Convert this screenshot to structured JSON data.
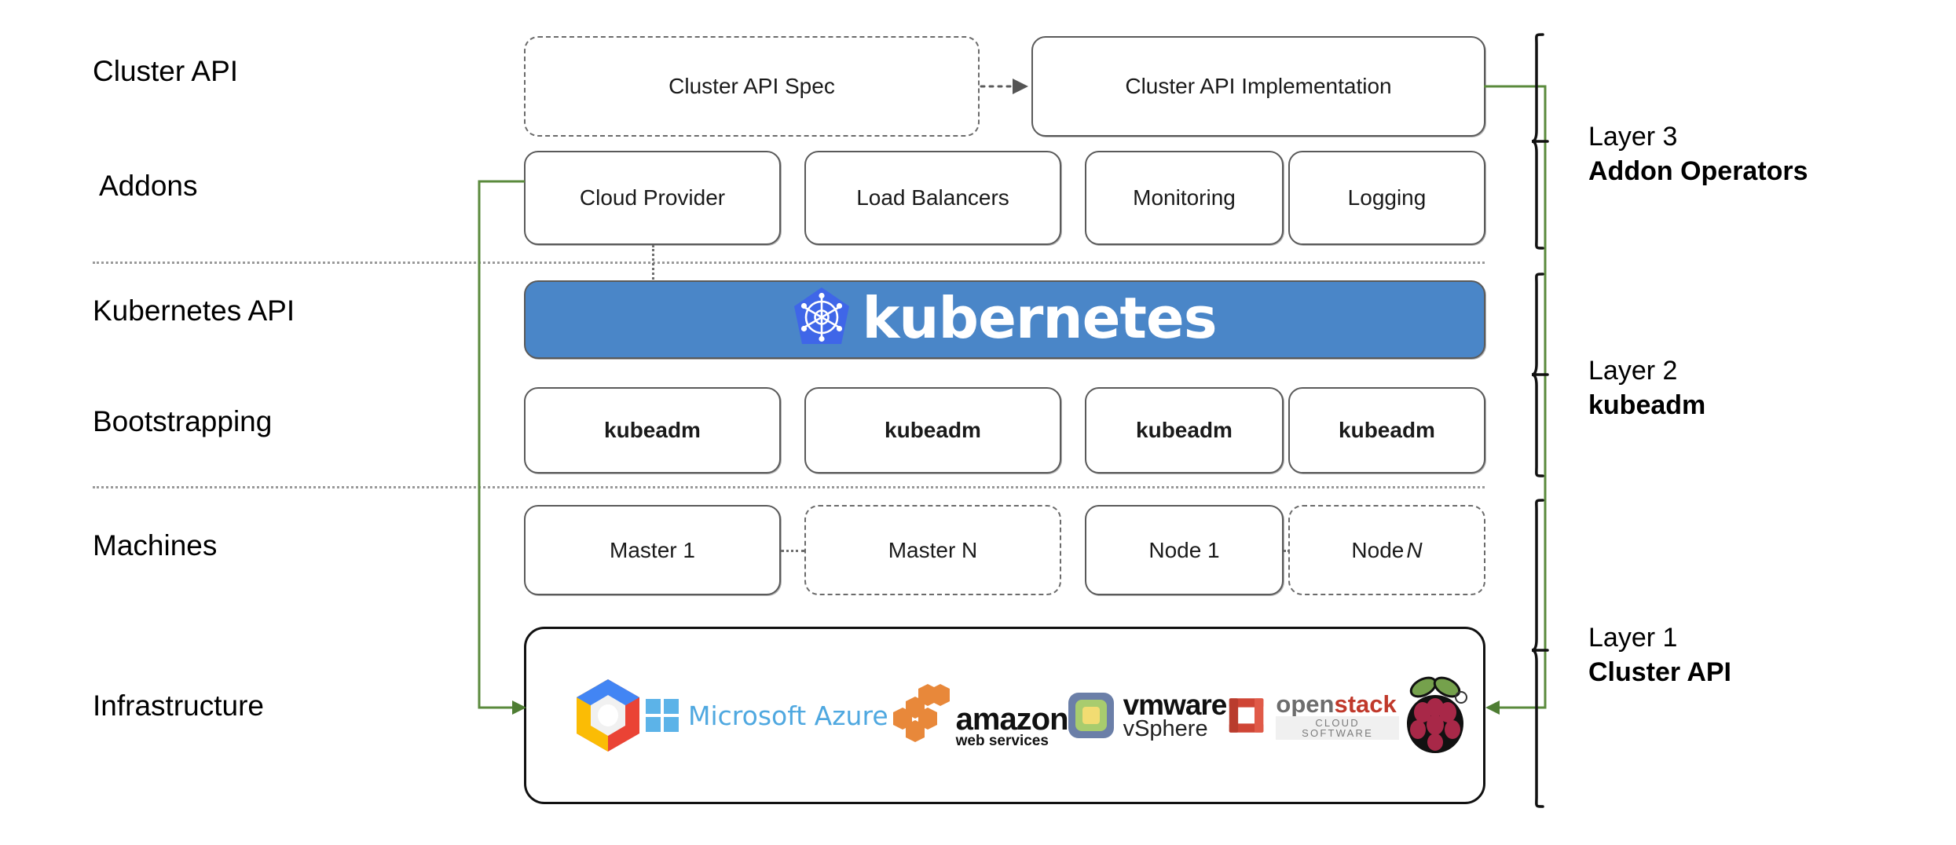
{
  "diagram": {
    "title": "Kubernetes Cluster API layered architecture",
    "accent_green": "#5a8a3c",
    "k8s_blue": "#4a86c8"
  },
  "row_labels": [
    {
      "id": "cluster-api",
      "text": "Cluster API"
    },
    {
      "id": "addons",
      "text": "Addons"
    },
    {
      "id": "kubernetes-api",
      "text": "Kubernetes API"
    },
    {
      "id": "bootstrapping",
      "text": "Bootstrapping"
    },
    {
      "id": "machines",
      "text": "Machines"
    },
    {
      "id": "infrastructure",
      "text": "Infrastructure"
    }
  ],
  "cluster_api_row": {
    "spec": {
      "label": "Cluster API Spec",
      "style": "dashed"
    },
    "implementation": {
      "label": "Cluster API Implementation",
      "style": "solid"
    }
  },
  "addons_row": [
    {
      "label": "Cloud Provider",
      "style": "solid"
    },
    {
      "label": "Load Balancers",
      "style": "solid"
    },
    {
      "label": "Monitoring",
      "style": "solid"
    },
    {
      "label": "Logging",
      "style": "solid"
    }
  ],
  "kubernetes_banner": {
    "wordmark": "kubernetes",
    "icon": "kubernetes-helm-icon",
    "background": "#4a86c8"
  },
  "bootstrapping_row": [
    {
      "label": "kubeadm",
      "style": "solid"
    },
    {
      "label": "kubeadm",
      "style": "solid"
    },
    {
      "label": "kubeadm",
      "style": "solid"
    },
    {
      "label": "kubeadm",
      "style": "solid"
    }
  ],
  "machines_row": [
    {
      "label": "Master 1",
      "italic_suffix": "",
      "style": "solid"
    },
    {
      "label": "Master N",
      "italic_suffix": "",
      "style": "dashed"
    },
    {
      "label": "Node 1",
      "italic_suffix": "",
      "style": "solid"
    },
    {
      "label": "Node ",
      "italic_suffix": "N",
      "style": "dashed"
    }
  ],
  "infrastructure_row": {
    "providers": [
      {
        "id": "google-cloud",
        "name": "Google Cloud Platform",
        "icon": "google-cloud-icon"
      },
      {
        "id": "azure",
        "name": "Microsoft Azure",
        "icon": "microsoft-azure-icon"
      },
      {
        "id": "aws",
        "name": "amazon",
        "subtitle": "web services",
        "icon": "aws-icon"
      },
      {
        "id": "vmware",
        "name": "vmware",
        "subtitle": "vSphere",
        "icon": "vmware-vsphere-icon"
      },
      {
        "id": "openstack",
        "name_light": "open",
        "name_accent": "stack",
        "subtitle": "CLOUD SOFTWARE",
        "icon": "openstack-icon"
      },
      {
        "id": "raspberrypi",
        "name": "Raspberry Pi",
        "icon": "raspberry-pi-icon"
      }
    ]
  },
  "layers": [
    {
      "id": "layer-3",
      "line1": "Layer 3",
      "line2": "Addon Operators"
    },
    {
      "id": "layer-2",
      "line1": "Layer 2",
      "line2": "kubeadm"
    },
    {
      "id": "layer-1",
      "line1": "Layer 1",
      "line2": "Cluster API"
    }
  ]
}
